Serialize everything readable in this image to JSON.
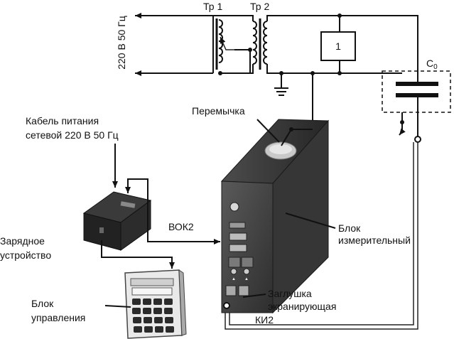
{
  "labels": {
    "tr1": "Тр 1",
    "tr2": "Тр 2",
    "supply": "220 В 50 Гц",
    "box1": "1",
    "c0_main": "C",
    "c0_sub": "0",
    "peremychka": "Перемычка",
    "cable_line1": "Кабель питания",
    "cable_line2": "сетевой 220 В 50 Гц",
    "vok2": "ВОК2",
    "charger_line1": "Зарядное",
    "charger_line2": "устройство",
    "measure_line1": "Блок",
    "measure_line2": "измерительный",
    "control_line1": "Блок",
    "control_line2": "управления",
    "plug_line1": "Заглушка",
    "plug_line2": "экранирующая",
    "ki2": "КИ2"
  },
  "colors": {
    "line": "#111111",
    "unit_dark": "#3a3a3a",
    "unit_mid": "#555555",
    "keypad": "#2b2b2b"
  }
}
